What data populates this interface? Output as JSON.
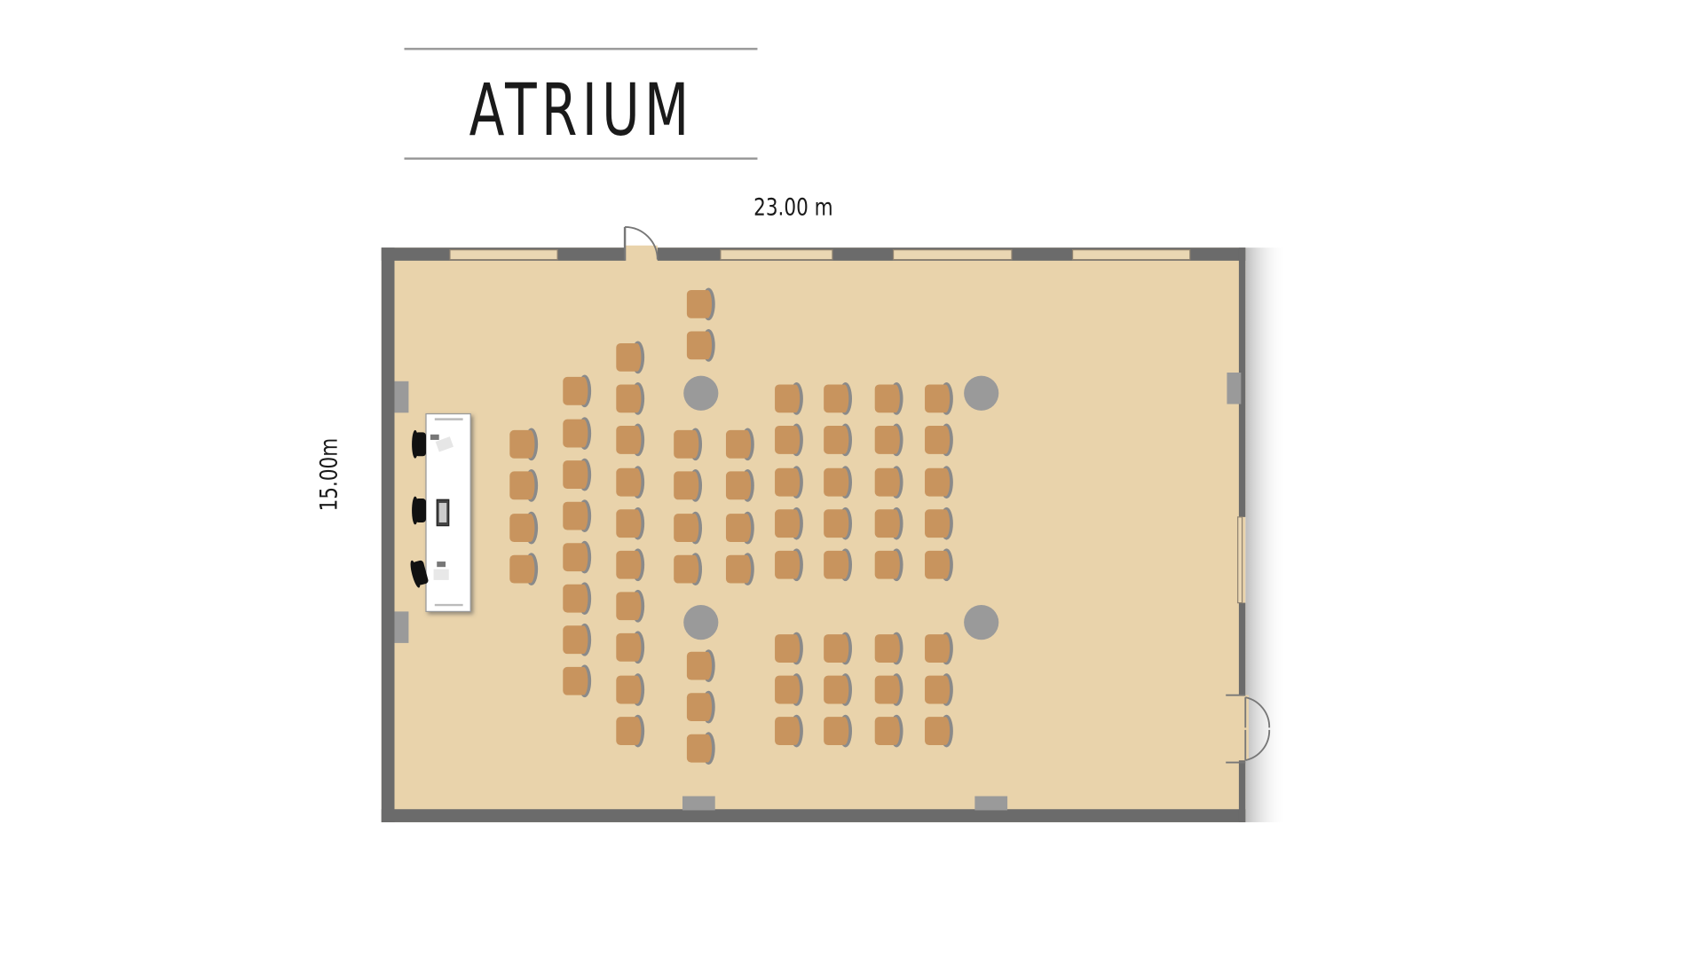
{
  "title": "ATRIUM",
  "dimensions": {
    "width_label": "23.00 m",
    "height_label": "15.00m"
  },
  "colors": {
    "floor": "#E9D3AB",
    "wall": "#6B6B6B",
    "chair": "#C8945E",
    "chair_back": "#8A8A8A",
    "pillar": "#9A9A9A",
    "rule": "#9A9A9A"
  }
}
